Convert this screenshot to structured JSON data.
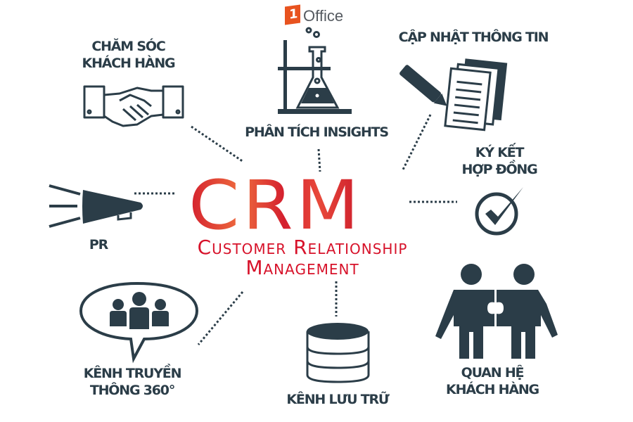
{
  "logo": {
    "mark": "1",
    "text": "Office",
    "mark_color": "#e8531f"
  },
  "center": {
    "acronym": "CRM",
    "line1": "Customer Relationship",
    "line2": "Management",
    "color": "#d7122a"
  },
  "nodes": {
    "customer_care": {
      "line1": "CHĂM SÓC",
      "line2": "KHÁCH HÀNG",
      "icon": "handshake-icon"
    },
    "insights": {
      "line1": "PHÂN TÍCH INSIGHTS",
      "icon": "lab-flask-icon"
    },
    "update_info": {
      "line1": "CẬP NHẬT THÔNG TIN",
      "icon": "pencil-documents-icon"
    },
    "contract": {
      "line1": "KÝ KẾT",
      "line2": "HỢP ĐỒNG",
      "icon": "checkmark-circle-icon"
    },
    "pr": {
      "line1": "PR",
      "icon": "megaphone-icon"
    },
    "channels360": {
      "line1": "KÊNH TRUYỀN",
      "line2": "THÔNG 360°",
      "icon": "speech-bubble-people-icon"
    },
    "storage": {
      "line1": "KÊNH LƯU TRỮ",
      "icon": "database-icon"
    },
    "relationship": {
      "line1": "QUAN HỆ",
      "line2": "KHÁCH HÀNG",
      "icon": "puzzle-people-icon"
    }
  },
  "colors": {
    "icon": "#2b3d48",
    "text": "#2b3d48",
    "accent": "#d7122a"
  }
}
